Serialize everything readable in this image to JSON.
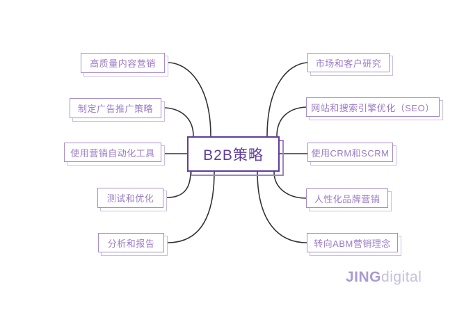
{
  "mindmap": {
    "center": {
      "label": "B2B策略"
    },
    "left": [
      {
        "label": "高质量内容营销"
      },
      {
        "label": "制定广告推广策略"
      },
      {
        "label": "使用营销自动化工具"
      },
      {
        "label": "测试和优化"
      },
      {
        "label": "分析和报告"
      }
    ],
    "right": [
      {
        "label": "市场和客户研究"
      },
      {
        "label": "网站和搜索引擎优化（SEO）"
      },
      {
        "label": "使用CRM和SCRM"
      },
      {
        "label": "人性化品牌营销"
      },
      {
        "label": "转向ABM营销理念"
      }
    ]
  },
  "logo": {
    "bold_text": "JING",
    "light_text": "digital"
  },
  "colors": {
    "center_border": "#5f3d9e",
    "center_text": "#5f3d9e",
    "center_shadow_outline": "#9b86c4",
    "branch_border": "#a88ccd",
    "branch_text": "#9b79c8",
    "branch_shadow_outline": "#cbbde4",
    "connector_line": "#333333",
    "logo_bold": "#aa9bce",
    "logo_light": "#c7bfde",
    "background": "#ffffff"
  }
}
